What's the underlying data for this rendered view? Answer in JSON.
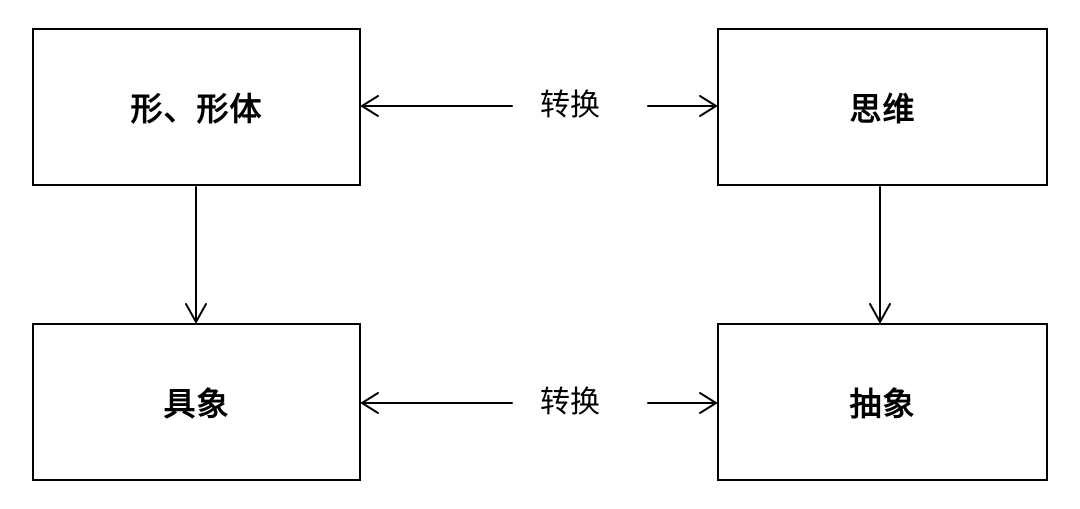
{
  "diagram": {
    "boxes": {
      "top_left": "形、形体",
      "top_right": "思维",
      "bottom_left": "具象",
      "bottom_right": "抽象"
    },
    "connectors": {
      "top_label": "转换",
      "bottom_label": "转换"
    }
  }
}
